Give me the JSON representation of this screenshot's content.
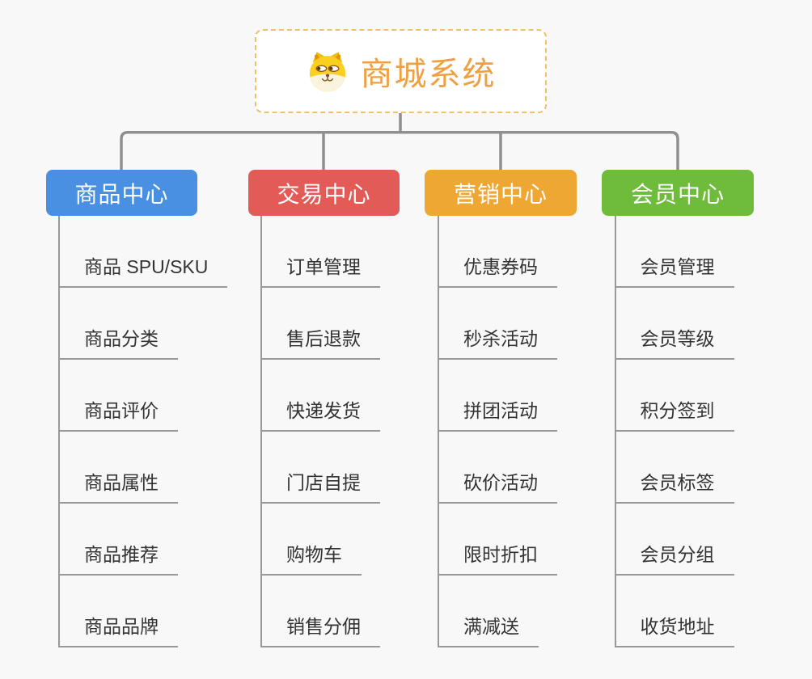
{
  "canvas": {
    "background": "#f8f8f8",
    "connector_color": "#8f8f8f",
    "child_line_color": "#999999",
    "child_text_color": "#333333"
  },
  "root": {
    "title": "商城系统",
    "icon": "dog-face-icon",
    "text_color": "#efa042",
    "border_color": "#f2c06a",
    "background": "#ffffff"
  },
  "branches": [
    {
      "label": "商品中心",
      "color": "#4a90e2",
      "children": [
        "商品 SPU/SKU",
        "商品分类",
        "商品评价",
        "商品属性",
        "商品推荐",
        "商品品牌"
      ]
    },
    {
      "label": "交易中心",
      "color": "#e25b57",
      "children": [
        "订单管理",
        "售后退款",
        "快递发货",
        "门店自提",
        "购物车",
        "销售分佣"
      ]
    },
    {
      "label": "营销中心",
      "color": "#efa733",
      "children": [
        "优惠券码",
        "秒杀活动",
        "拼团活动",
        "砍价活动",
        "限时折扣",
        "满减送"
      ]
    },
    {
      "label": "会员中心",
      "color": "#6fbc3c",
      "children": [
        "会员管理",
        "会员等级",
        "积分签到",
        "会员标签",
        "会员分组",
        "收货地址"
      ]
    }
  ]
}
